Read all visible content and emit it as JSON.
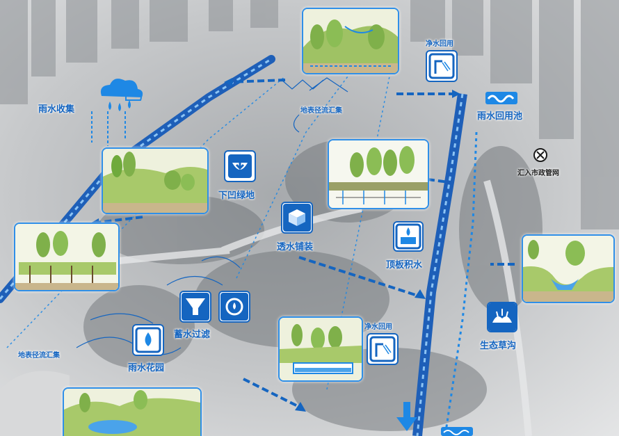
{
  "labels": {
    "rain_collection": "雨水收集",
    "surface_runoff_top": "地表径流汇集",
    "surface_runoff_left": "地表径流汇集",
    "sunken_green": "下凹绿地",
    "permeable_paving": "透水铺装",
    "roof_water_storage": "顶板积水",
    "storage_filter": "蓄水过滤",
    "rain_garden": "雨水花园",
    "clean_water_reuse_top": "净水回用",
    "clean_water_reuse_bottom": "净水回用",
    "rain_reuse_pool": "雨水回用池",
    "to_municipal": "汇入市政管网",
    "eco_swale": "生态草沟"
  },
  "icons": {
    "rain_cloud": "rain-cloud-icon",
    "sunken_green": "sunken-basin-icon",
    "permeable_paving": "permeable-paving-icon",
    "roof_water_storage": "water-tank-icon",
    "storage_filter": "filter-icon",
    "recycle": "recycle-icon",
    "rain_garden": "rain-garden-icon",
    "shower_top": "shower-icon",
    "shower_bottom": "shower-icon",
    "wave_pool": "wave-icon",
    "municipal_outlet": "outlet-x-icon",
    "eco_swale": "swale-icon"
  },
  "colors": {
    "accent": "#1565c0",
    "panel_border": "#2f8fe8",
    "water": "#1e88e5"
  }
}
